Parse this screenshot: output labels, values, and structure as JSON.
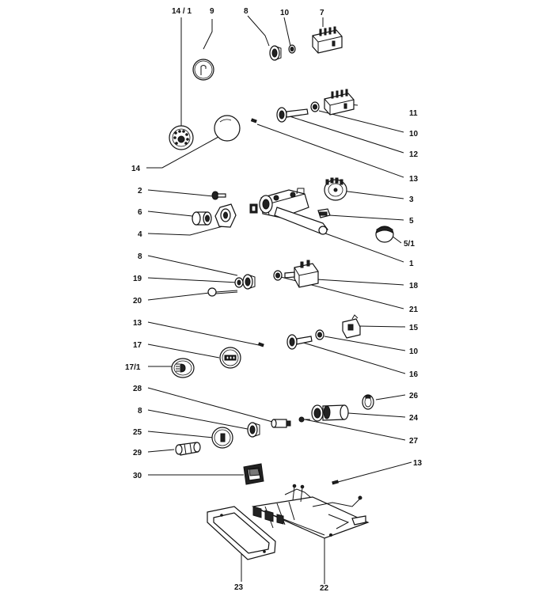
{
  "callouts": [
    {
      "id": "c-14-1",
      "label": "14 / 1",
      "part": "instrument-gauge"
    },
    {
      "id": "c-9",
      "label": "9",
      "part": "clock-dial"
    },
    {
      "id": "c-8a",
      "label": "8",
      "part": "knob-top"
    },
    {
      "id": "c-10a",
      "label": "10",
      "part": "nut-top"
    },
    {
      "id": "c-7",
      "label": "7",
      "part": "relay-block-top"
    },
    {
      "id": "c-11",
      "label": "11",
      "part": "relay-block"
    },
    {
      "id": "c-10b",
      "label": "10",
      "part": "nut-b"
    },
    {
      "id": "c-12",
      "label": "12",
      "part": "knob-shaft"
    },
    {
      "id": "c-14",
      "label": "14",
      "part": "round-lens"
    },
    {
      "id": "c-13a",
      "label": "13",
      "part": "pin-a"
    },
    {
      "id": "c-2",
      "label": "2",
      "part": "screw"
    },
    {
      "id": "c-3",
      "label": "3",
      "part": "ignition-switch"
    },
    {
      "id": "c-6",
      "label": "6",
      "part": "bushing"
    },
    {
      "id": "c-5",
      "label": "5",
      "part": "small-switch"
    },
    {
      "id": "c-4",
      "label": "4",
      "part": "plate"
    },
    {
      "id": "c-5-1",
      "label": "5/1",
      "part": "cap"
    },
    {
      "id": "c-1",
      "label": "1",
      "part": "steering-lock"
    },
    {
      "id": "c-8b",
      "label": "8",
      "part": "knob-mid"
    },
    {
      "id": "c-18",
      "label": "18",
      "part": "pull-switch"
    },
    {
      "id": "c-19",
      "label": "19",
      "part": "washer"
    },
    {
      "id": "c-21",
      "label": "21",
      "part": "nut-c"
    },
    {
      "id": "c-20",
      "label": "20",
      "part": "key-bolt"
    },
    {
      "id": "c-13b",
      "label": "13",
      "part": "pin-b"
    },
    {
      "id": "c-15",
      "label": "15",
      "part": "bracket-switch"
    },
    {
      "id": "c-17",
      "label": "17",
      "part": "symbol-cap"
    },
    {
      "id": "c-10c",
      "label": "10",
      "part": "nut-d"
    },
    {
      "id": "c-17-1",
      "label": "17/1",
      "part": "lamp-symbol-cap"
    },
    {
      "id": "c-16",
      "label": "16",
      "part": "knob-shaft-2"
    },
    {
      "id": "c-28",
      "label": "28",
      "part": "bulb-holder"
    },
    {
      "id": "c-26",
      "label": "26",
      "part": "lighter-ring"
    },
    {
      "id": "c-8c",
      "label": "8",
      "part": "knob-low"
    },
    {
      "id": "c-24",
      "label": "24",
      "part": "cigar-lighter"
    },
    {
      "id": "c-25",
      "label": "25",
      "part": "lighter-cap"
    },
    {
      "id": "c-27",
      "label": "27",
      "part": "spring"
    },
    {
      "id": "c-29",
      "label": "29",
      "part": "lighter-element"
    },
    {
      "id": "c-13c",
      "label": "13",
      "part": "pin-c"
    },
    {
      "id": "c-30",
      "label": "30",
      "part": "rocker-switch"
    },
    {
      "id": "c-23",
      "label": "23",
      "part": "panel-frame"
    },
    {
      "id": "c-22",
      "label": "22",
      "part": "control-panel"
    }
  ]
}
